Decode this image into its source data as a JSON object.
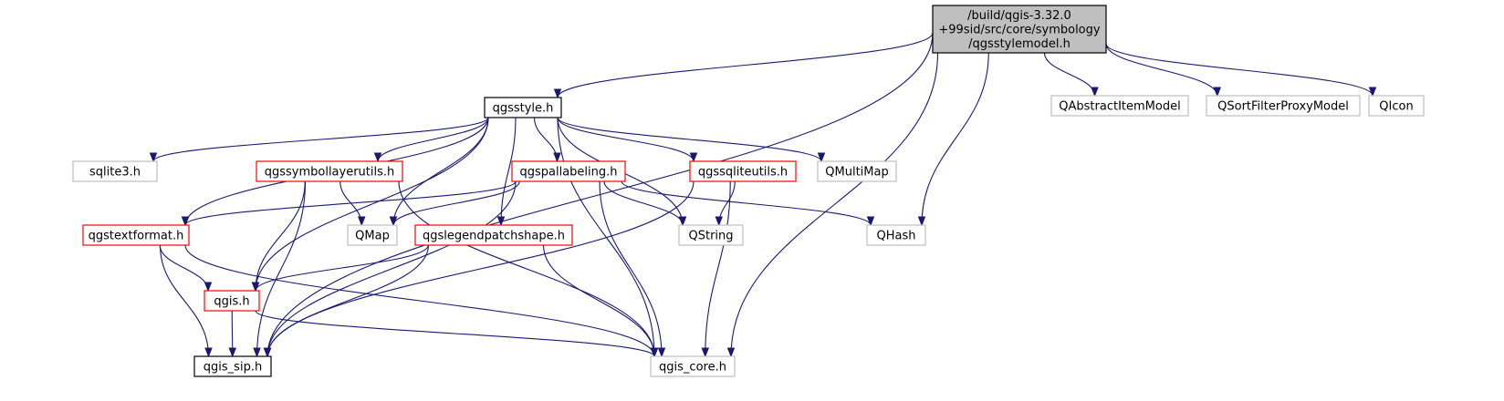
{
  "colors": {
    "edge": "#191970",
    "border_black": "#000000",
    "border_red": "#ff0000",
    "border_gray": "#bfbfbf",
    "fill_root": "#bfbfbf",
    "fill_default": "#ffffff"
  },
  "nodes": {
    "root": {
      "lines": [
        "/build/qgis-3.32.0",
        "+99sid/src/core/symbology",
        "/qgsstylemodel.h"
      ],
      "kind": "root"
    },
    "qgsstyle": {
      "lines": [
        "qgsstyle.h"
      ],
      "kind": "black"
    },
    "qabstractitemmodel": {
      "lines": [
        "QAbstractItemModel"
      ],
      "kind": "gray"
    },
    "qsortfilterproxymodel": {
      "lines": [
        "QSortFilterProxyModel"
      ],
      "kind": "gray"
    },
    "qicon": {
      "lines": [
        "QIcon"
      ],
      "kind": "gray"
    },
    "sqlite3": {
      "lines": [
        "sqlite3.h"
      ],
      "kind": "gray"
    },
    "qgssymbollayerutils": {
      "lines": [
        "qgssymbollayerutils.h"
      ],
      "kind": "red"
    },
    "qgspallabeling": {
      "lines": [
        "qgspallabeling.h"
      ],
      "kind": "red"
    },
    "qgssqliteutils": {
      "lines": [
        "qgssqliteutils.h"
      ],
      "kind": "red"
    },
    "qmultimap": {
      "lines": [
        "QMultiMap"
      ],
      "kind": "gray"
    },
    "qgstextformat": {
      "lines": [
        "qgstextformat.h"
      ],
      "kind": "red"
    },
    "qmap": {
      "lines": [
        "QMap"
      ],
      "kind": "gray"
    },
    "qgslegendpatchshape": {
      "lines": [
        "qgslegendpatchshape.h"
      ],
      "kind": "red"
    },
    "qstring": {
      "lines": [
        "QString"
      ],
      "kind": "gray"
    },
    "qhash": {
      "lines": [
        "QHash"
      ],
      "kind": "gray"
    },
    "qgis": {
      "lines": [
        "qgis.h"
      ],
      "kind": "red"
    },
    "qgis_sip": {
      "lines": [
        "qgis_sip.h"
      ],
      "kind": "black"
    },
    "qgis_core": {
      "lines": [
        "qgis_core.h"
      ],
      "kind": "gray"
    }
  },
  "edges": [
    [
      "root",
      "qgsstyle"
    ],
    [
      "root",
      "qabstractitemmodel"
    ],
    [
      "root",
      "qsortfilterproxymodel"
    ],
    [
      "root",
      "qicon"
    ],
    [
      "root",
      "qhash"
    ],
    [
      "root",
      "qgis_core"
    ],
    [
      "root",
      "qgis_sip"
    ],
    [
      "qgsstyle",
      "sqlite3"
    ],
    [
      "qgsstyle",
      "qgssymbollayerutils"
    ],
    [
      "qgsstyle",
      "qgspallabeling"
    ],
    [
      "qgsstyle",
      "qgssqliteutils"
    ],
    [
      "qgsstyle",
      "qmultimap"
    ],
    [
      "qgsstyle",
      "qgstextformat"
    ],
    [
      "qgsstyle",
      "qmap"
    ],
    [
      "qgsstyle",
      "qgslegendpatchshape"
    ],
    [
      "qgsstyle",
      "qstring"
    ],
    [
      "qgsstyle",
      "qgis"
    ],
    [
      "qgsstyle",
      "qgis_core"
    ],
    [
      "qgssymbollayerutils",
      "qmap"
    ],
    [
      "qgssymbollayerutils",
      "qgis"
    ],
    [
      "qgssymbollayerutils",
      "qgis_sip"
    ],
    [
      "qgssymbollayerutils",
      "qgis_core"
    ],
    [
      "qgspallabeling",
      "qgstextformat"
    ],
    [
      "qgspallabeling",
      "qmap"
    ],
    [
      "qgspallabeling",
      "qstring"
    ],
    [
      "qgspallabeling",
      "qhash"
    ],
    [
      "qgspallabeling",
      "qgis_sip"
    ],
    [
      "qgspallabeling",
      "qgis_core"
    ],
    [
      "qgssqliteutils",
      "qstring"
    ],
    [
      "qgssqliteutils",
      "qgis_sip"
    ],
    [
      "qgssqliteutils",
      "qgis_core"
    ],
    [
      "qgstextformat",
      "qgis"
    ],
    [
      "qgstextformat",
      "qgis_sip"
    ],
    [
      "qgstextformat",
      "qgis_core"
    ],
    [
      "qgslegendpatchshape",
      "qgis"
    ],
    [
      "qgslegendpatchshape",
      "qgis_sip"
    ],
    [
      "qgslegendpatchshape",
      "qgis_core"
    ],
    [
      "qgis",
      "qgis_sip"
    ],
    [
      "qgis",
      "qgis_core"
    ]
  ]
}
